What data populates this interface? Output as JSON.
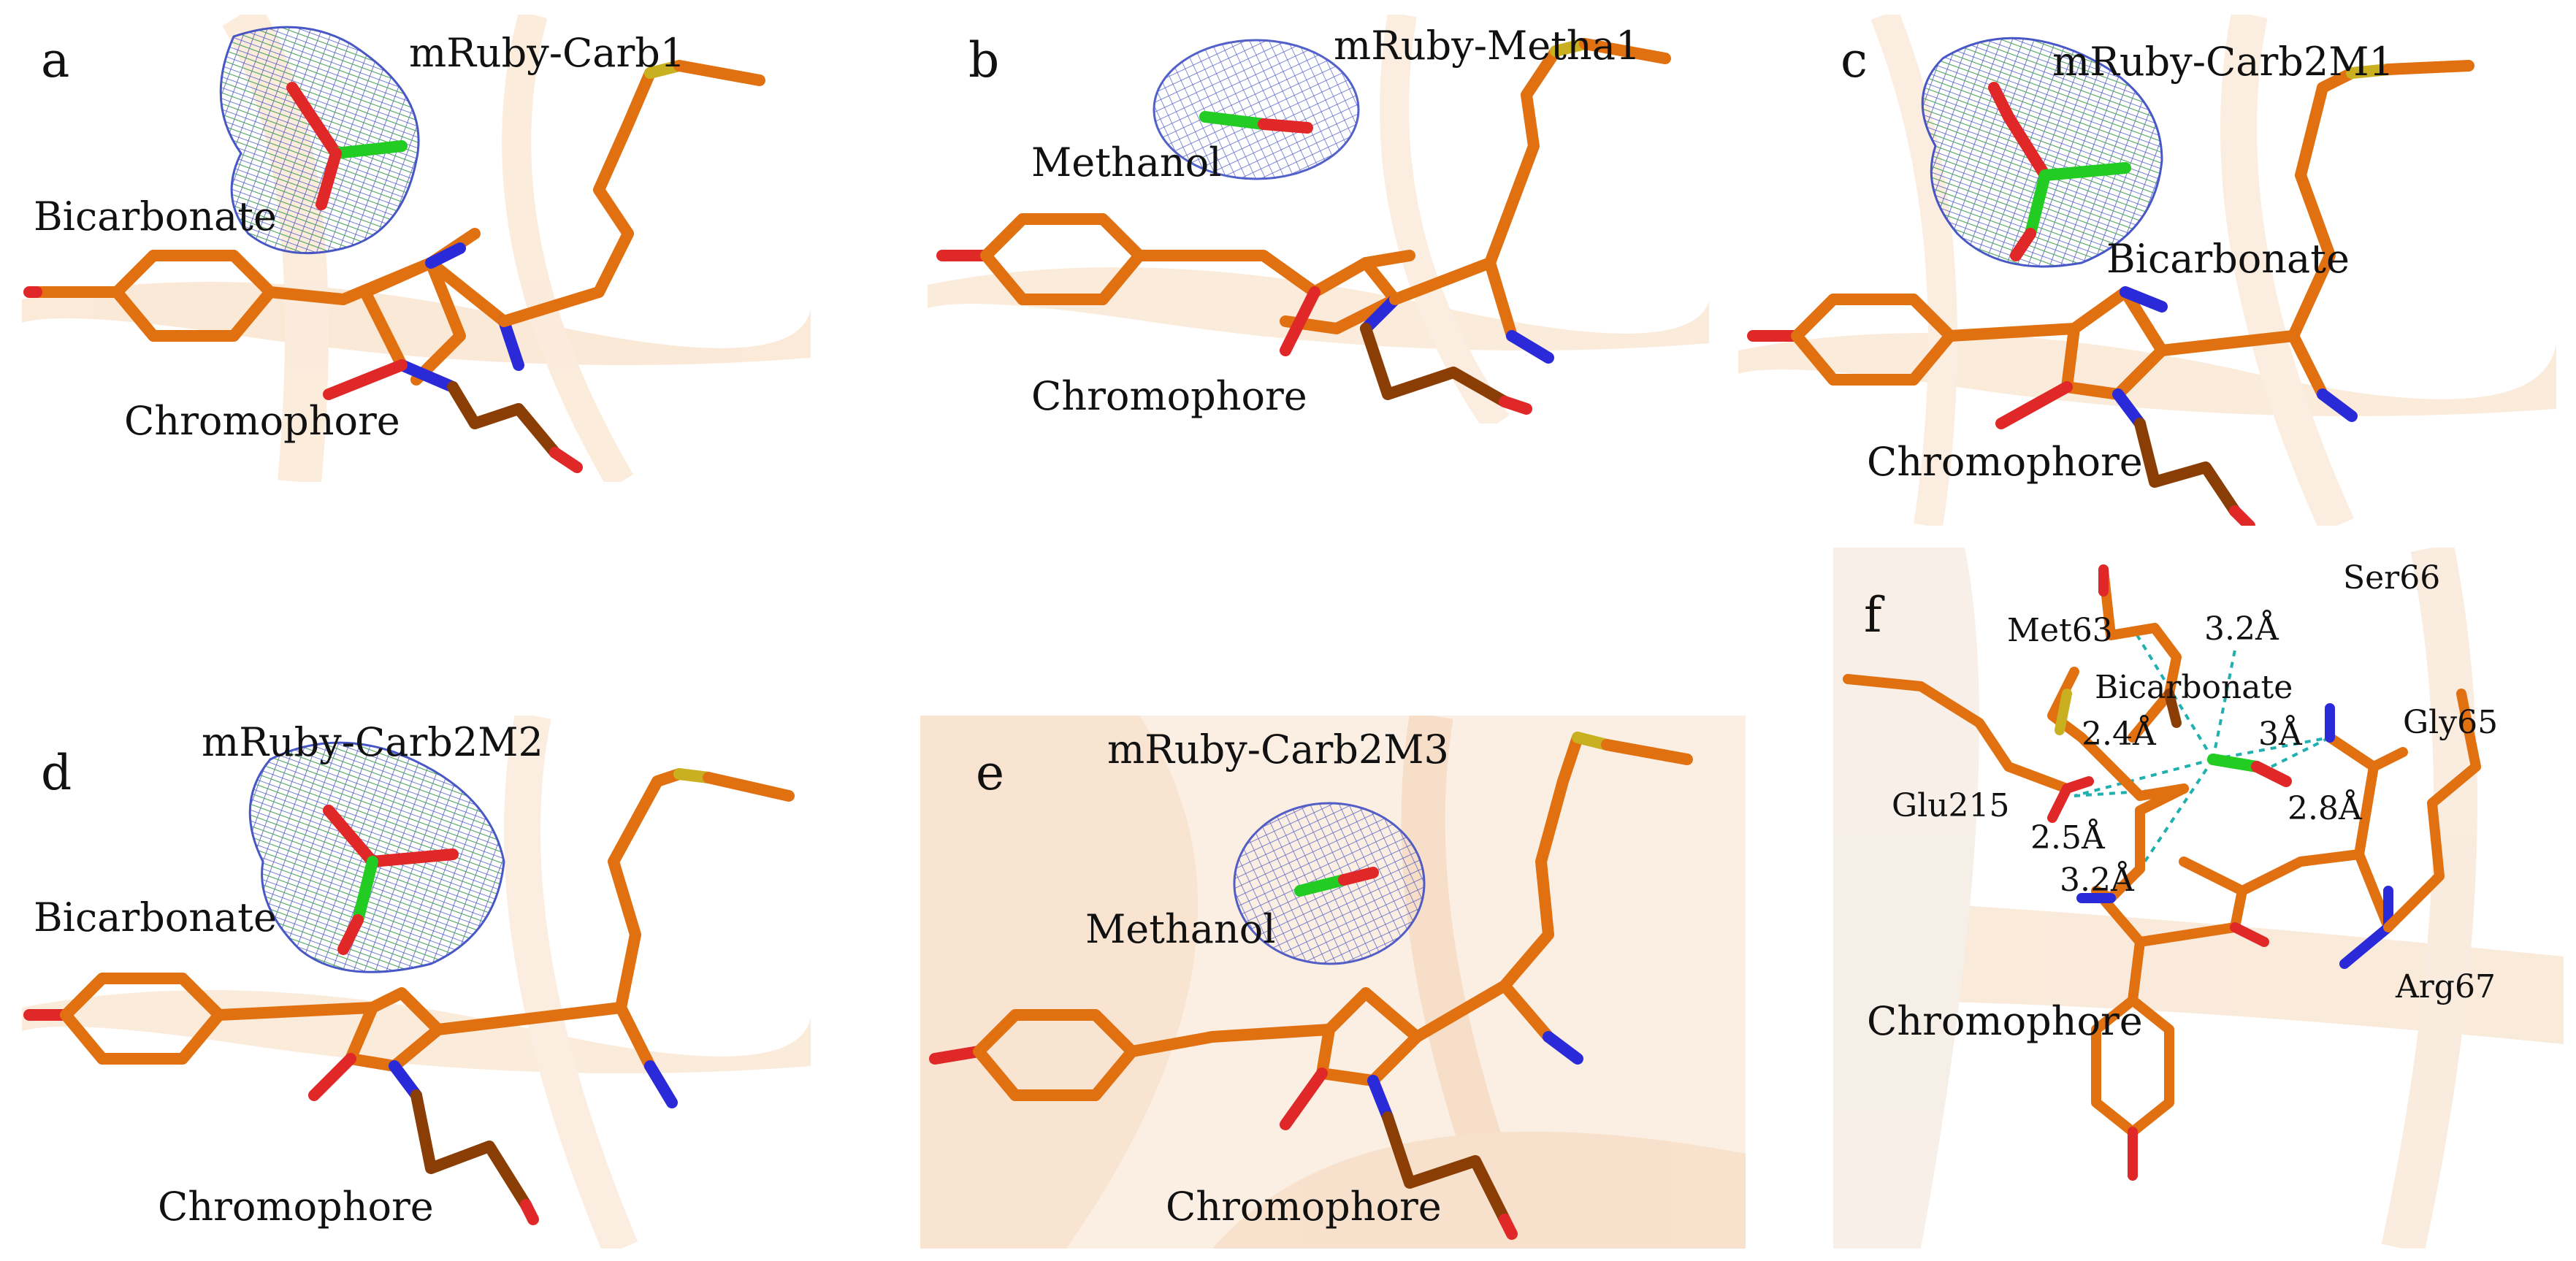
{
  "panels": {
    "a": {
      "letter": "a",
      "title": "mRuby-Carb1",
      "ligand": "Bicarbonate",
      "chromophore": "Chromophore"
    },
    "b": {
      "letter": "b",
      "title": "mRuby-Metha1",
      "ligand": "Methanol",
      "chromophore": "Chromophore"
    },
    "c": {
      "letter": "c",
      "title": "mRuby-Carb2M1",
      "ligand": "Bicarbonate",
      "chromophore": "Chromophore"
    },
    "d": {
      "letter": "d",
      "title": "mRuby-Carb2M2",
      "ligand": "Bicarbonate",
      "chromophore": "Chromophore"
    },
    "e": {
      "letter": "e",
      "title": "mRuby-Carb2M3",
      "ligand": "Methanol",
      "chromophore": "Chromophore"
    },
    "f": {
      "letter": "f",
      "ligand": "Bicarbonate",
      "chromophore": "Chromophore",
      "residues": {
        "met63": "Met63",
        "ser66": "Ser66",
        "gly65": "Gly65",
        "glu215": "Glu215",
        "arg67": "Arg67"
      },
      "distances": {
        "d1": "3.2Å",
        "d2": "2.4Å",
        "d3": "3Å",
        "d4": "2.8Å",
        "d5": "2.5Å",
        "d6": "3.2Å"
      }
    }
  },
  "colors": {
    "carbon": "#e07010",
    "carbon_dark": "#8a3e05",
    "nitrogen": "#2a2ad8",
    "oxygen": "#e02828",
    "sulfur": "#c8b020",
    "ligand_carbon": "#22cc22",
    "density_blue": "#3040c0",
    "density_green": "#30a040",
    "hbond": "#20b0b0",
    "ribbon": "#f4c9a0"
  }
}
